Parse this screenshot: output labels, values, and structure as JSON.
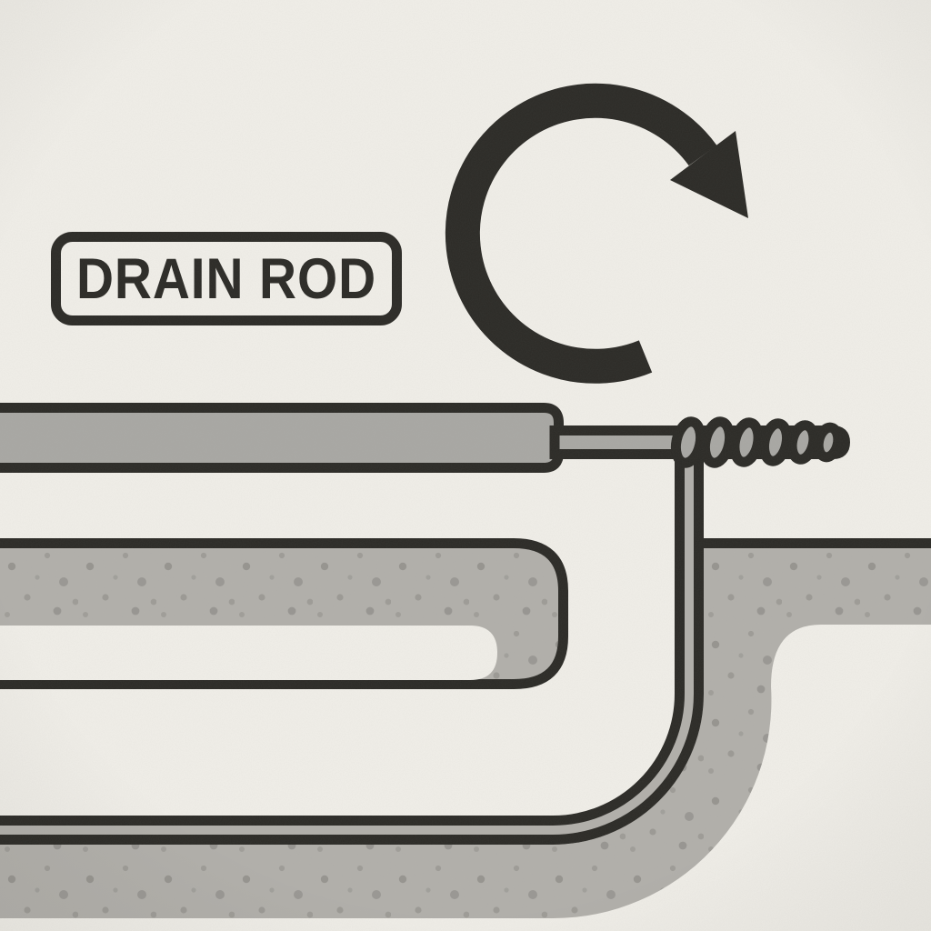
{
  "illustration": {
    "label": "DRAIN ROD",
    "rotation_direction": "clockwise",
    "scene": "drain rod with corkscrew auger tip rotating above a drain pipe cross-section",
    "colors": {
      "paper": "#f1efe9",
      "ink": "#2b2a26",
      "rod_gray": "#a9a8a4",
      "aggregate_gray": "#b2b0ab",
      "speckle_gray": "#8d8c87"
    }
  }
}
